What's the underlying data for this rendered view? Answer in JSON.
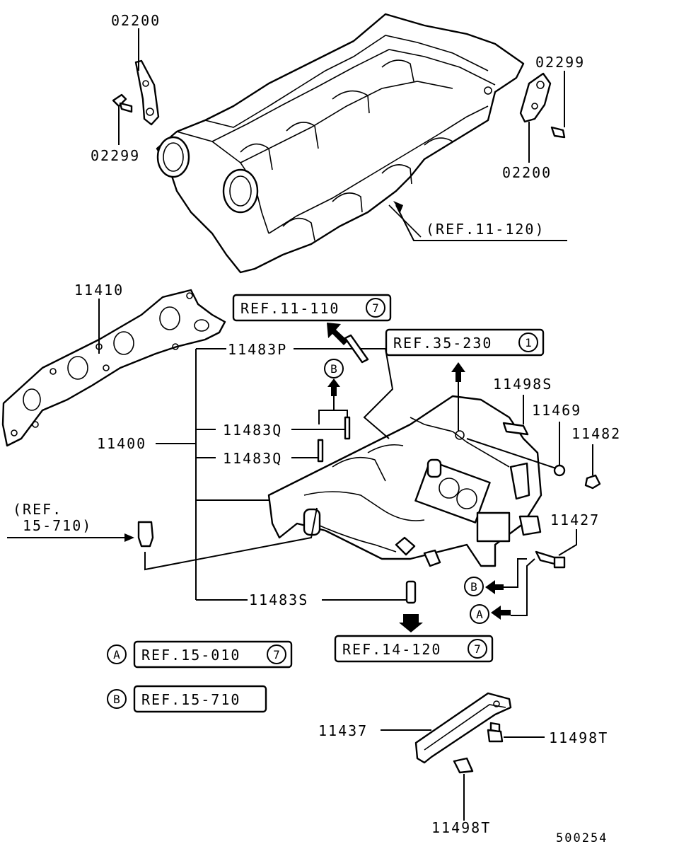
{
  "labels": {
    "p02200_top": "02200",
    "p02299_left": "02299",
    "p02299_right": "02299",
    "p02200_right": "02200",
    "ref_11_120": "(REF.11-120)",
    "p11410": "11410",
    "p11400": "11400",
    "p11483P": "11483P",
    "p11483Q_a": "11483Q",
    "p11483Q_b": "11483Q",
    "p11483S": "11483S",
    "p11498S": "11498S",
    "p11469": "11469",
    "p11482": "11482",
    "p11427": "11427",
    "p11437": "11437",
    "p11498T_a": "11498T",
    "p11498T_b": "11498T",
    "ref_15_710_open": "(REF.",
    "ref_15_710_rest": "15-710)",
    "diagram_no": "500254"
  },
  "ref_boxes": {
    "ref_11_110": {
      "text": "REF.11-110",
      "circle": "7"
    },
    "ref_35_230": {
      "text": "REF.35-230",
      "circle": "1"
    },
    "ref_14_120": {
      "text": "REF.14-120",
      "circle": "7"
    }
  },
  "legend": [
    {
      "marker": "A",
      "text": "REF.15-010",
      "circle": "7"
    },
    {
      "marker": "B",
      "text": "REF.15-710",
      "circle": ""
    }
  ],
  "markers": {
    "b_top": "B",
    "b_side": "B",
    "a_side": "A"
  }
}
